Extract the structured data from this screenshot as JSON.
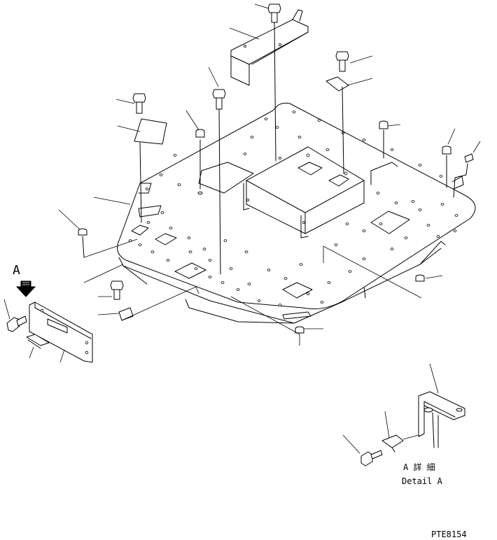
{
  "view_marker": "A",
  "detail": {
    "title_ja": "A 詳 細",
    "title_en": "Detail A"
  },
  "drawing_code": "PTE8154"
}
